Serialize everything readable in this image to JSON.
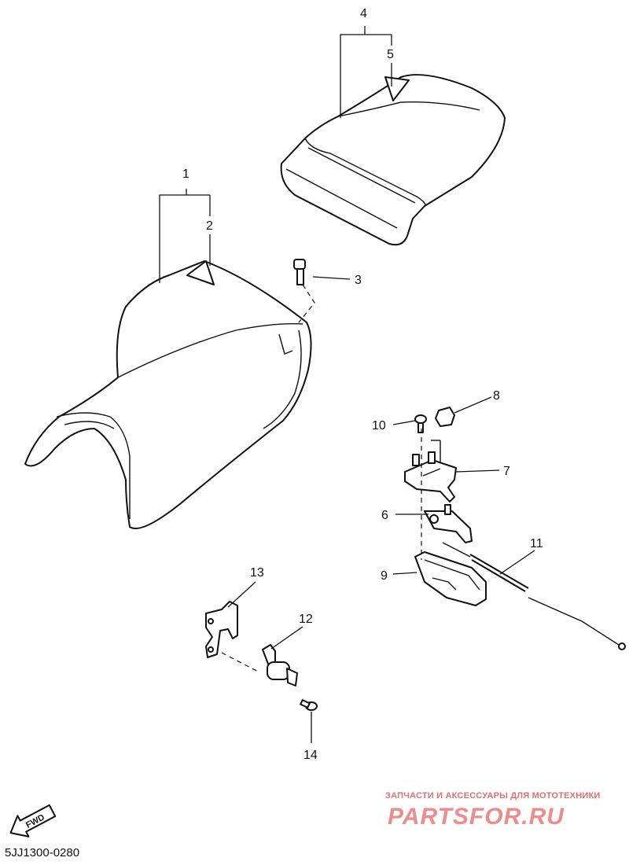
{
  "diagram": {
    "code": "5JJ1300-0280",
    "fwd_label": "FWD",
    "callouts": {
      "c1": "1",
      "c2": "2",
      "c3": "3",
      "c4": "4",
      "c5": "5",
      "c6": "6",
      "c7": "7",
      "c8": "8",
      "c9": "9",
      "c10": "10",
      "c11": "11",
      "c12": "12",
      "c13": "13",
      "c14": "14"
    }
  },
  "watermark": {
    "tagline": "ЗАПЧАСТИ И АКСЕССУАРЫ ДЛЯ МОТОТЕХНИКИ",
    "logo": "PARTSFOR.RU"
  }
}
